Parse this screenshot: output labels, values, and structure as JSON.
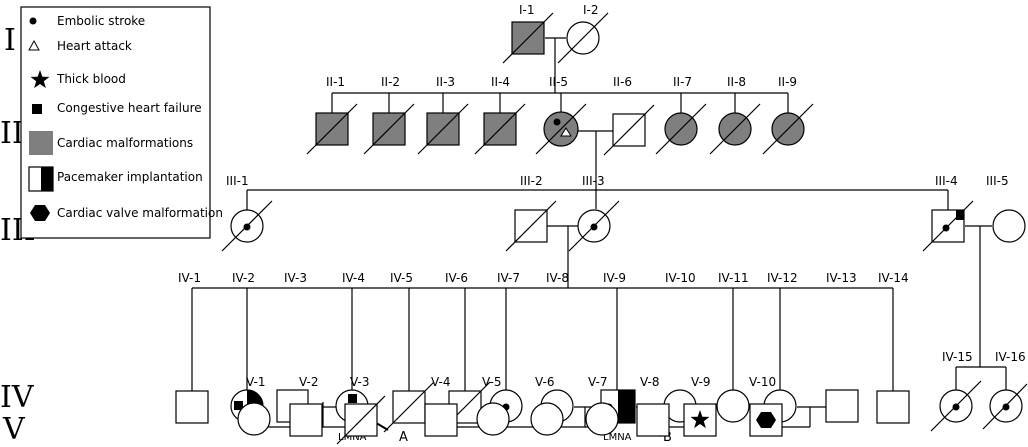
{
  "generations": [
    "I",
    "II",
    "III",
    "IV",
    "V"
  ],
  "colors": {
    "affected": "#7f7f7f",
    "line": "#000000",
    "background": "#ffffff"
  },
  "legend": {
    "embolic_stroke": "Embolic stroke",
    "heart_attack": "Heart attack",
    "thick_blood": "Thick blood",
    "chf": "Congestive heart failure",
    "cardiac_malformations": "Cardiac malformations",
    "pacemaker": "Pacemaker implantation",
    "valve": "Cardiac valve malformation"
  },
  "individuals": [
    {
      "id": "I-1",
      "sex": "male",
      "deceased": true,
      "fill": "gray"
    },
    {
      "id": "I-2",
      "sex": "female",
      "deceased": true
    },
    {
      "id": "II-1",
      "sex": "male",
      "deceased": true,
      "fill": "gray"
    },
    {
      "id": "II-2",
      "sex": "male",
      "deceased": true,
      "fill": "gray"
    },
    {
      "id": "II-3",
      "sex": "male",
      "deceased": true,
      "fill": "gray"
    },
    {
      "id": "II-4",
      "sex": "male",
      "deceased": true,
      "fill": "gray"
    },
    {
      "id": "II-5",
      "sex": "female",
      "deceased": true,
      "fill": "gray",
      "markers": [
        "embolic-stroke",
        "heart-attack"
      ]
    },
    {
      "id": "II-6",
      "sex": "male",
      "deceased": true
    },
    {
      "id": "II-7",
      "sex": "female",
      "deceased": true,
      "fill": "gray"
    },
    {
      "id": "II-8",
      "sex": "female",
      "deceased": true,
      "fill": "gray"
    },
    {
      "id": "II-9",
      "sex": "female",
      "deceased": true,
      "fill": "gray"
    },
    {
      "id": "III-1",
      "sex": "female",
      "deceased": true,
      "markers": [
        "embolic-stroke"
      ]
    },
    {
      "id": "III-2",
      "sex": "male",
      "deceased": true
    },
    {
      "id": "III-3",
      "sex": "female",
      "deceased": true,
      "markers": [
        "embolic-stroke"
      ]
    },
    {
      "id": "III-4",
      "sex": "male",
      "deceased": true,
      "markers": [
        "embolic-stroke",
        "pacemaker-corner"
      ]
    },
    {
      "id": "III-5",
      "sex": "female"
    },
    {
      "id": "IV-1",
      "sex": "male"
    },
    {
      "id": "IV-2",
      "sex": "female",
      "markers": [
        "congestive-heart-failure",
        "pacemaker"
      ]
    },
    {
      "id": "IV-3",
      "sex": "male"
    },
    {
      "id": "IV-4",
      "sex": "female",
      "markers": [
        "congestive-heart-failure",
        "embolic-stroke"
      ],
      "label": "LMNA",
      "arrow": "A"
    },
    {
      "id": "IV-5",
      "sex": "male",
      "deceased": true
    },
    {
      "id": "IV-6",
      "sex": "male",
      "deceased": true
    },
    {
      "id": "IV-7",
      "sex": "female",
      "markers": [
        "embolic-stroke"
      ]
    },
    {
      "id": "IV-8",
      "sex": "female"
    },
    {
      "id": "IV-9",
      "sex": "male",
      "markers": [
        "embolic-stroke",
        "pacemaker"
      ],
      "label": "LMNA",
      "arrow": "B"
    },
    {
      "id": "IV-10",
      "sex": "female"
    },
    {
      "id": "IV-11",
      "sex": "female"
    },
    {
      "id": "IV-12",
      "sex": "female"
    },
    {
      "id": "IV-13",
      "sex": "male"
    },
    {
      "id": "IV-14",
      "sex": "male"
    },
    {
      "id": "IV-15",
      "sex": "female",
      "deceased": true,
      "markers": [
        "embolic-stroke"
      ]
    },
    {
      "id": "IV-16",
      "sex": "female",
      "deceased": true,
      "markers": [
        "embolic-stroke"
      ]
    },
    {
      "id": "V-1",
      "sex": "female"
    },
    {
      "id": "V-2",
      "sex": "male"
    },
    {
      "id": "V-3",
      "sex": "male",
      "deceased": true
    },
    {
      "id": "V-4",
      "sex": "male"
    },
    {
      "id": "V-5",
      "sex": "female"
    },
    {
      "id": "V-6",
      "sex": "female"
    },
    {
      "id": "V-7",
      "sex": "female"
    },
    {
      "id": "V-8",
      "sex": "male"
    },
    {
      "id": "V-9",
      "sex": "male",
      "markers": [
        "thick-blood"
      ]
    },
    {
      "id": "V-10",
      "sex": "male",
      "markers": [
        "cardiac-valve-malformation"
      ]
    }
  ]
}
